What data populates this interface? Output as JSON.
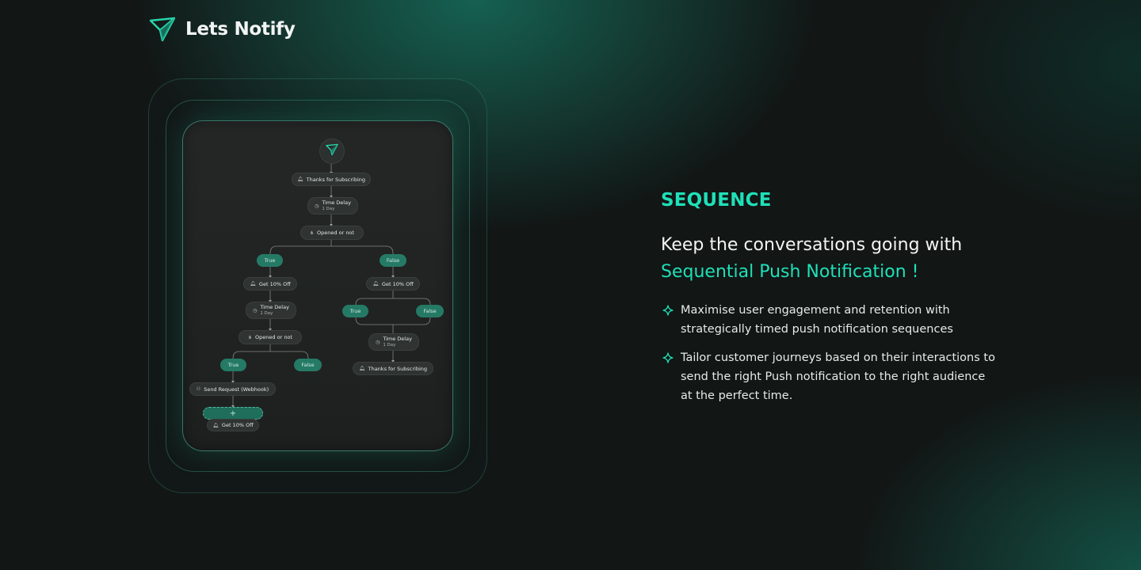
{
  "brand": {
    "name": "Lets Notify",
    "icon": "paper-plane-icon",
    "accent": "#1fe0b8"
  },
  "flow": {
    "start_icon": "paper-plane-icon",
    "nodes": {
      "thanks_top": {
        "label": "Thanks for Subscribing",
        "icon": "bell-icon"
      },
      "delay_1": {
        "label": "Time Delay",
        "sub": "1 Day",
        "icon": "clock-icon"
      },
      "branch_1": {
        "label": "Opened or not",
        "icon": "branch-icon"
      },
      "true_1": "True",
      "false_1": "False",
      "offer_left": {
        "label": "Get 10% Off",
        "icon": "bell-icon"
      },
      "delay_2": {
        "label": "Time Delay",
        "sub": "1 Day",
        "icon": "clock-icon"
      },
      "branch_2": {
        "label": "Opened or not",
        "icon": "branch-icon"
      },
      "true_2": "True",
      "false_2": "False",
      "webhook": {
        "label": "Send Request (Webhook)",
        "icon": "webhook-icon"
      },
      "add": "+",
      "offer_bottom": {
        "label": "Get 10% Off",
        "icon": "bell-icon"
      },
      "offer_right": {
        "label": "Get 10% Off",
        "icon": "bell-icon"
      },
      "true_3": "True",
      "false_3": "False",
      "delay_3": {
        "label": "Time Delay",
        "sub": "1 Day",
        "icon": "clock-icon"
      },
      "thanks_right": {
        "label": "Thanks for Subscribing",
        "icon": "bell-icon"
      }
    }
  },
  "content": {
    "eyebrow": "SEQUENCE",
    "heading_line1": "Keep the conversations going with",
    "heading_line2": "Sequential Push Notification !",
    "features": [
      {
        "icon": "sparkle-icon",
        "text": "Maximise user engagement and retention with strategically timed push notification sequences"
      },
      {
        "icon": "sparkle-icon",
        "text": "Tailor customer journeys based on their interactions to send the right Push notification to the right audience at the perfect time."
      }
    ]
  }
}
